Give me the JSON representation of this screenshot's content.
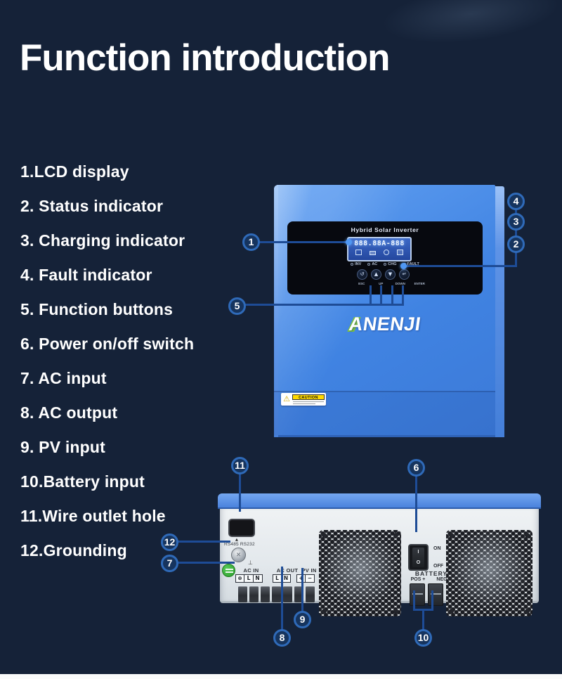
{
  "title": "Function introduction",
  "features": [
    "1.LCD display",
    "2. Status indicator",
    "3. Charging indicator",
    "4. Fault indicator",
    "5. Function buttons",
    "6. Power on/off switch",
    "7. AC input",
    "8. AC output",
    "9. PV input",
    "10.Battery input",
    "11.Wire outlet hole",
    "12.Grounding"
  ],
  "front": {
    "screen_title": "Hybrid Solar Inverter",
    "lcd_value": "888.88A-888",
    "indicators": [
      "INV",
      "AC",
      "CHG",
      "FAULT"
    ],
    "button_glyphs": [
      "↺",
      "▲",
      "▼",
      "↵"
    ],
    "button_labels": [
      "ESC",
      "UP",
      "DOWN",
      "ENTER"
    ],
    "brand": "ANENJI",
    "caution_title": "CAUTION"
  },
  "bottom": {
    "port_label": "RS485 RS232",
    "port_arrow": "▲",
    "ground_symbol": "⊥",
    "groups": [
      {
        "label": "AC IN",
        "cells": [
          "⊕",
          "L",
          "N"
        ]
      },
      {
        "label": "AC OUT",
        "cells": [
          "L",
          "N"
        ]
      },
      {
        "label": "PV IN",
        "cells": [
          "+",
          "−"
        ]
      }
    ],
    "switch": {
      "i": "I",
      "o": "O",
      "on": "ON",
      "off": "OFF"
    },
    "battery": {
      "label": "BATTERY",
      "pos": "POS +",
      "neg": "NEG −"
    }
  },
  "callouts": {
    "c1": "1",
    "c2": "2",
    "c3": "3",
    "c4": "4",
    "c5": "5",
    "c6": "6",
    "c7": "7",
    "c8": "8",
    "c9": "9",
    "c10": "10",
    "c11": "11",
    "c12": "12"
  },
  "colors": {
    "background": "#152238",
    "line_blue": "#1e4c96",
    "ring_blue": "#2f6ab8",
    "inverter_blue": "#4285e4",
    "logo_green": "#7ac143",
    "caution_yellow": "#ffd900"
  }
}
